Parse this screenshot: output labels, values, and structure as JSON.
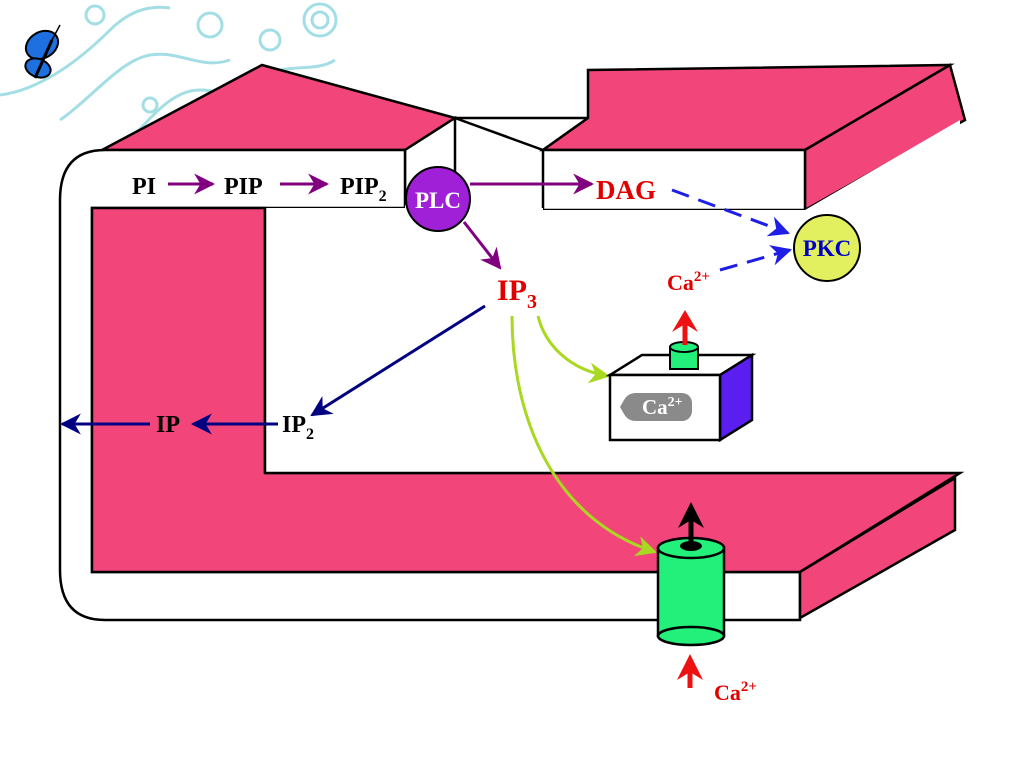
{
  "colors": {
    "membrane": "#f2467a",
    "membrane_dark": "#e0306a",
    "outline": "#000000",
    "plc": "#a020d8",
    "pkc": "#e2f060",
    "channel": "#22f07a",
    "er_side": "#5a1ef0",
    "ca_pill": "#8a8a8a",
    "arrow_purple": "#800080",
    "arrow_navy": "#000080",
    "arrow_blue_dashed": "#1e1ee6",
    "arrow_green": "#a8d820",
    "arrow_red": "#ee1111",
    "text_red": "#e00000",
    "text_blue": "#0000c8",
    "decor": "#7fd3dc"
  },
  "decor": {
    "icon": "butterfly-icon"
  },
  "labels": {
    "pi": "PI",
    "pip": "PIP",
    "pip2_base": "PIP",
    "pip2_sub": "2",
    "plc": "PLC",
    "dag": "DAG",
    "pkc": "PKC",
    "ca_pkc_base": "Ca",
    "ca_pkc_sup": "2+",
    "ip3_base": "IP",
    "ip3_sub": "3",
    "ip2_base": "IP",
    "ip2_sub": "2",
    "ip": "IP",
    "ca_store_base": "Ca",
    "ca_store_sup": "2+",
    "ca_out_base": "Ca",
    "ca_out_sup": "2+"
  }
}
